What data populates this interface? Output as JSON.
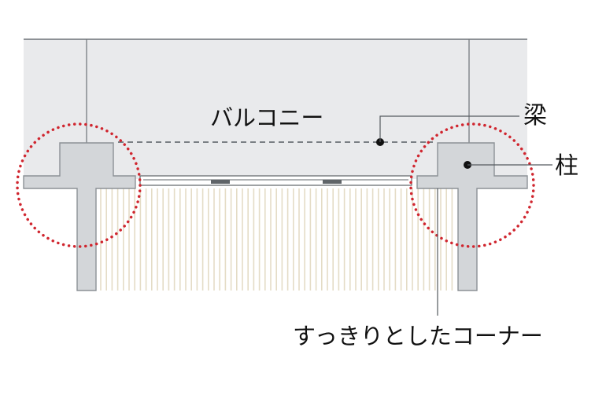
{
  "labels": {
    "balcony": "バルコニー",
    "beam": "梁",
    "column": "柱",
    "corner": "すっきりとしたコーナー"
  },
  "colors": {
    "balcony_fill": "#e9eaec",
    "structure_fill": "#d3d6d9",
    "structure_stroke": "#8c9196",
    "outline": "#6e7378",
    "dotted_circle": "#d0262f",
    "curtain_line": "#e4dcc6",
    "beam_dash": "#7a7f84",
    "text": "#111111"
  }
}
